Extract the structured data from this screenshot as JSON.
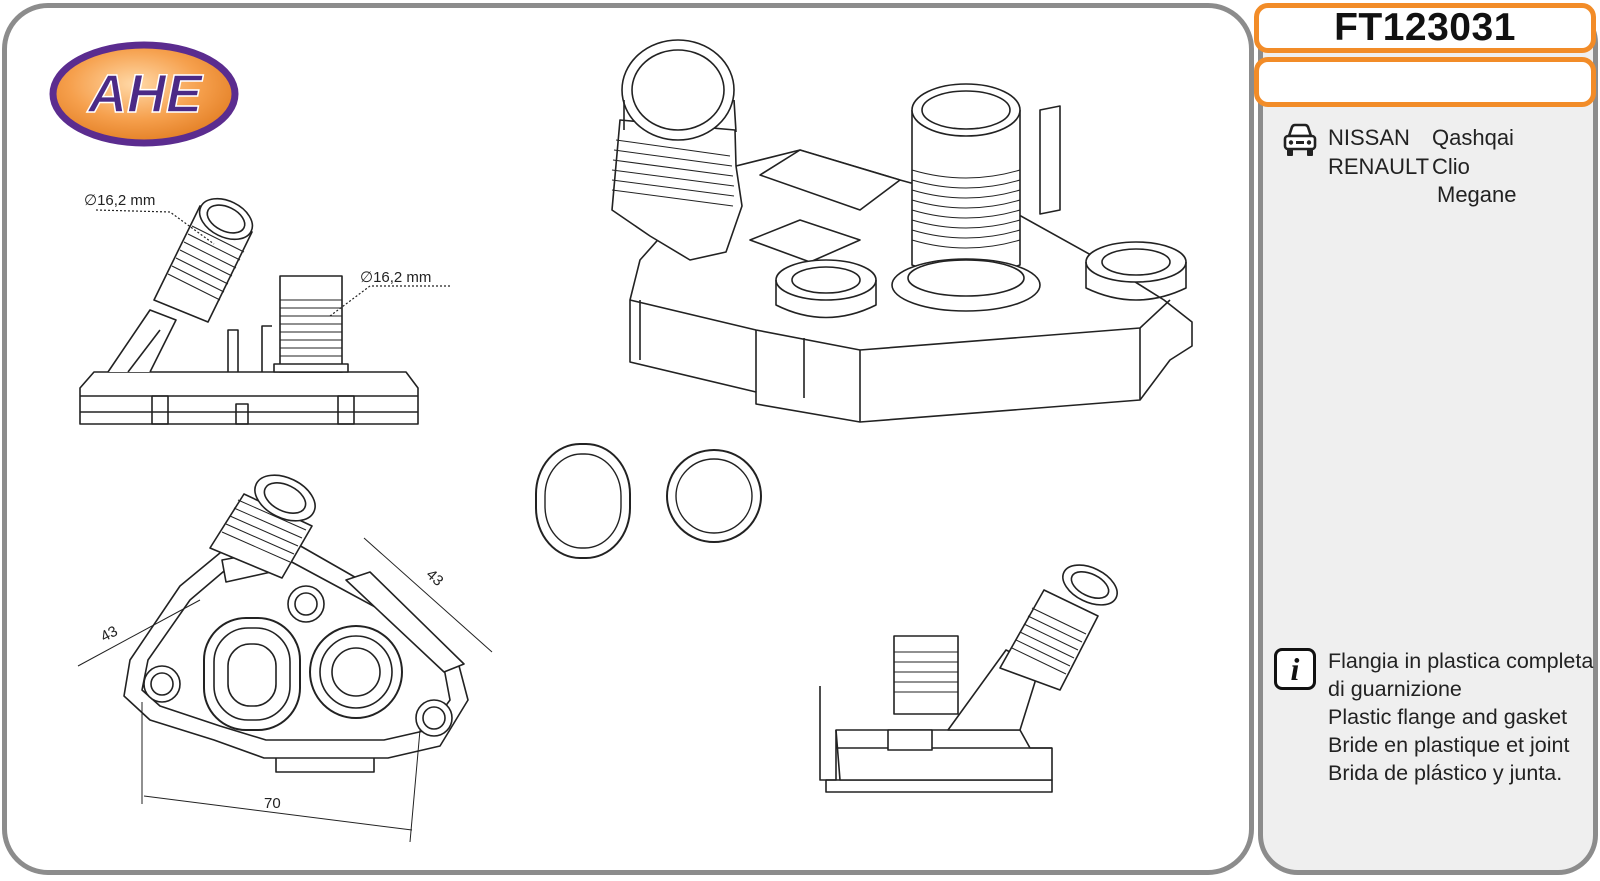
{
  "product": {
    "code": "FT123031",
    "secondary_code": ""
  },
  "brand": {
    "logo_text": "AHE",
    "colors": {
      "oval_fill": "#f6a04d",
      "oval_border": "#5b2c8f",
      "text": "#4b2a86"
    }
  },
  "applications": {
    "icon": "car-icon",
    "rows": [
      {
        "make": "NISSAN",
        "model": "Qashqai"
      },
      {
        "make": "RENAULT",
        "model": "Clio"
      },
      {
        "make": "",
        "model": "Megane"
      }
    ]
  },
  "description": {
    "icon": "info-icon",
    "lines": [
      "Flangia in plastica completa",
      "di guarnizione",
      "Plastic flange and gasket",
      "Bride en plastique et joint",
      "Brida de plástico y junta."
    ]
  },
  "dimensions": {
    "pipe_diameter_1": "∅16,2 mm",
    "pipe_diameter_2": "∅16,2 mm",
    "width_left": "43",
    "width_right": "43",
    "bolt_spacing": "70"
  },
  "colors": {
    "accent_orange": "#f28c28",
    "frame_gray": "#8c8c8c",
    "panel_bg": "#efefef"
  }
}
